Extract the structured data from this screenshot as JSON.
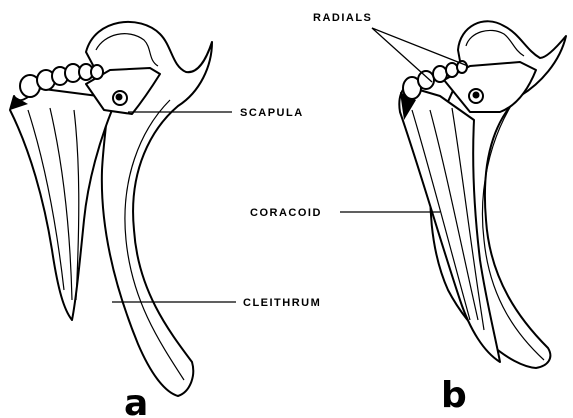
{
  "labels": {
    "radials": "RADIALS",
    "scapula": "SCAPULA",
    "coracoid": "CORACOID",
    "cleithrum": "CLEITHRUM"
  },
  "panels": {
    "a": "a",
    "b": "b"
  }
}
